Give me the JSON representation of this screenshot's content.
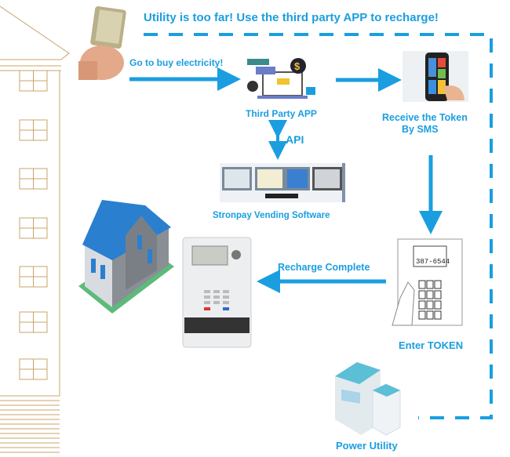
{
  "title": "Utility is too far!  Use the third party APP to recharge!",
  "steps": {
    "buy": "Go to buy electricity!",
    "app": "Third Party APP",
    "sms_line1": "Receive the Token",
    "sms_line2": "By SMS",
    "api": "API",
    "software": "Stronpay Vending Software",
    "recharge": "Recharge Complete",
    "enter": "Enter TOKEN",
    "utility": "Power Utility"
  },
  "meter_display": "387-6544",
  "colors": {
    "accent": "#1a9ee0",
    "building_outline": "#c8a46a",
    "roof": "#2a7fcf",
    "lawn": "#5dbb7a"
  }
}
